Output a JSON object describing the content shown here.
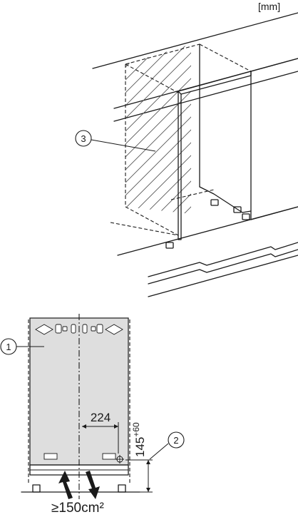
{
  "diagram": {
    "unit_label": "[mm]",
    "callouts": [
      "3",
      "1",
      "2"
    ],
    "dimensions": {
      "width": "224",
      "height_base": "145",
      "height_tolerance": "+60",
      "ventilation": "≥150cm²"
    }
  }
}
